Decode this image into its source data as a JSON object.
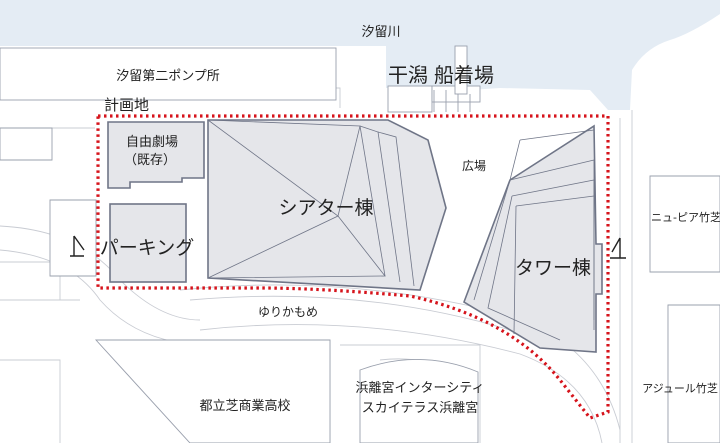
{
  "map": {
    "colors": {
      "water": "#e4ecf4",
      "building_fill": "#e5e6ea",
      "building_stroke": "#6f7587",
      "boundary": "#d6141c",
      "boundary_label": "#d6141c",
      "road_line": "#c9ccd3"
    },
    "labels": {
      "river": "汐留川",
      "pump_station": "汐留第二ポンプ所",
      "pier_left": "干潟",
      "pier_right": "船着場",
      "plan_area": "計画地",
      "free_theater_line1": "自由劇場",
      "free_theater_line2": "（既存）",
      "plaza": "広場",
      "theater_building": "シアター棟",
      "parking": "パーキング",
      "tower_building": "タワー棟",
      "new_pier_takeshiba": "ニュ-ピア竹芝",
      "yurikamome": "ゆりかもめ",
      "school": "都立芝商業高校",
      "hamarikyu_line1": "浜離宮インターシティ",
      "hamarikyu_line2": "スカイテラス浜離宮",
      "azur_takeshiba": "アジュール竹芝"
    }
  }
}
